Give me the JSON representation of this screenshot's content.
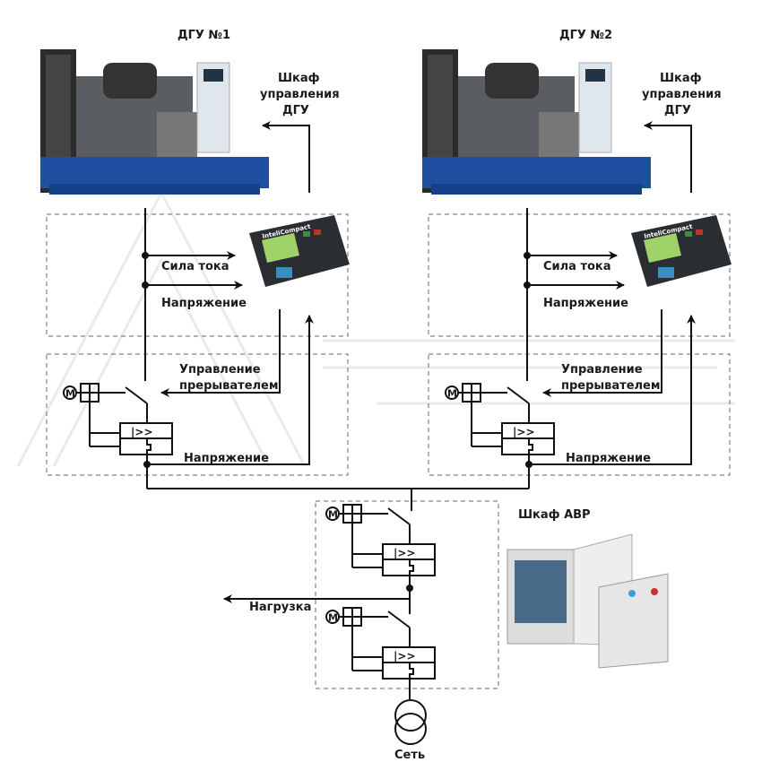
{
  "generators": [
    {
      "title": "ДГУ №1",
      "cabinet_label": [
        "Шкаф",
        "управления",
        "ДГУ"
      ],
      "current_label": "Сила тока",
      "voltage_label": "Напряжение",
      "breaker_control_label": [
        "Управление",
        "прерывателем"
      ],
      "breaker_voltage_label": "Напряжение",
      "controller_brand": "InteliCompact"
    },
    {
      "title": "ДГУ №2",
      "cabinet_label": [
        "Шкаф",
        "управления",
        "ДГУ"
      ],
      "current_label": "Сила тока",
      "voltage_label": "Напряжение",
      "breaker_control_label": [
        "Управление",
        "прерывателем"
      ],
      "breaker_voltage_label": "Напряжение",
      "controller_brand": "InteliCompact"
    }
  ],
  "ats": {
    "title": "Шкаф  АВР",
    "load_label": "Нагрузка",
    "grid_label": "Сеть",
    "motor_symbol": "M",
    "breaker_symbol": "|>>"
  },
  "colors": {
    "genset_frame": "#1f4fa0",
    "controller_body": "#2a2d31",
    "controller_screen": "#9fd36a",
    "cabinet": "#e6e6e6"
  }
}
